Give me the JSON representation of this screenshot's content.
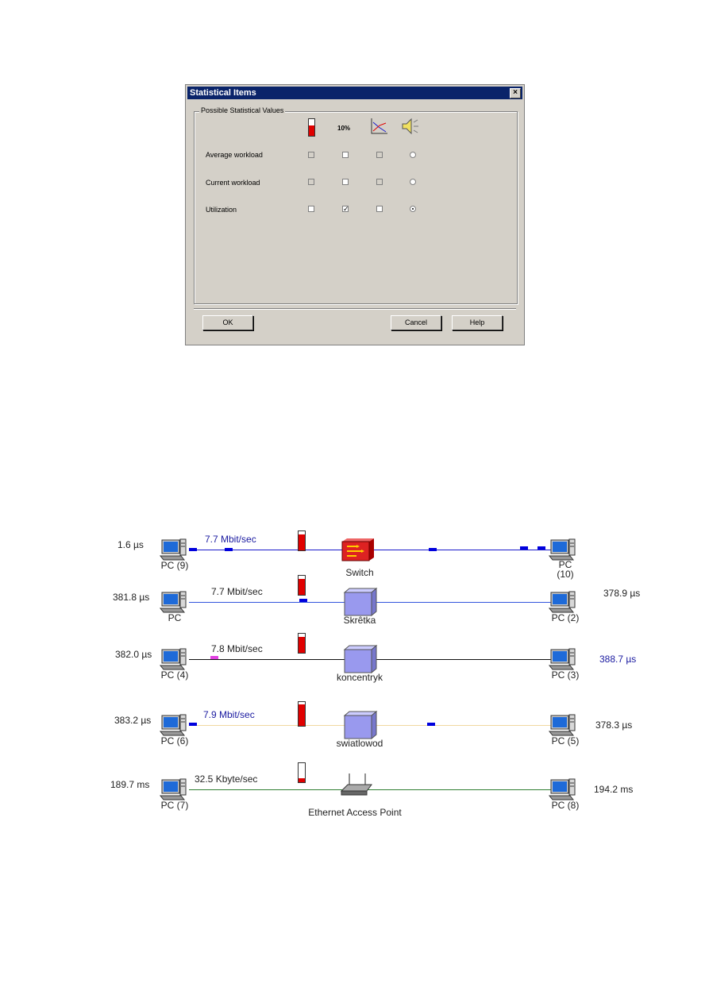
{
  "dialog": {
    "title": "Statistical Items",
    "close_glyph": "×",
    "group_label": "Possible Statistical Values",
    "column_icons": [
      "bar-gauge-icon",
      "percent-icon",
      "line-chart-icon",
      "speaker-icon"
    ],
    "percent_label": "10%",
    "rows": [
      {
        "label": "Average workload",
        "bar": false,
        "percent": false,
        "chart": false,
        "sound": false
      },
      {
        "label": "Current workload",
        "bar": false,
        "percent": false,
        "chart": false,
        "sound": false
      },
      {
        "label": "Utilization",
        "bar": false,
        "percent": true,
        "chart": false,
        "sound": true
      }
    ],
    "ok_label": "OK",
    "cancel_label": "Cancel",
    "help_label": "Help",
    "colors": {
      "titlebar": "#0a246a",
      "face": "#d4d0c8"
    }
  },
  "network": {
    "rows": [
      {
        "left_time": "1.6 µs",
        "left_pc": "PC (9)",
        "rate": "7.7 Mbit/sec",
        "device": "Switch",
        "right_pc": "PC (10)",
        "right_time": "",
        "fill": 0.85
      },
      {
        "left_time": "381.8 µs",
        "left_pc": "PC",
        "rate": "7.7 Mbit/sec",
        "device": "Skrêtka",
        "right_pc": "PC (2)",
        "right_time": "378.9 µs",
        "fill": 0.85
      },
      {
        "left_time": "382.0 µs",
        "left_pc": "PC (4)",
        "rate": "7.8 Mbit/sec",
        "device": "koncentryk",
        "right_pc": "PC (3)",
        "right_time": "388.7 µs",
        "fill": 0.85
      },
      {
        "left_time": "383.2 µs",
        "left_pc": "PC (6)",
        "rate": "7.9 Mbit/sec",
        "device": "swiatlowod",
        "right_pc": "PC (5)",
        "right_time": "378.3 µs",
        "fill": 0.9
      },
      {
        "left_time": "189.7 ms",
        "left_pc": "PC (7)",
        "rate": "32.5 Kbyte/sec",
        "device": "Ethernet Access Point",
        "right_pc": "PC (8)",
        "right_time": "194.2 ms",
        "fill": 0.2
      }
    ],
    "colors": {
      "packet": "#0000dd",
      "gauge": "#e00000",
      "wireless_link": "#2e7d32",
      "fiber_link": "#f0d8a0",
      "collision_packet": "#e040e0"
    }
  }
}
